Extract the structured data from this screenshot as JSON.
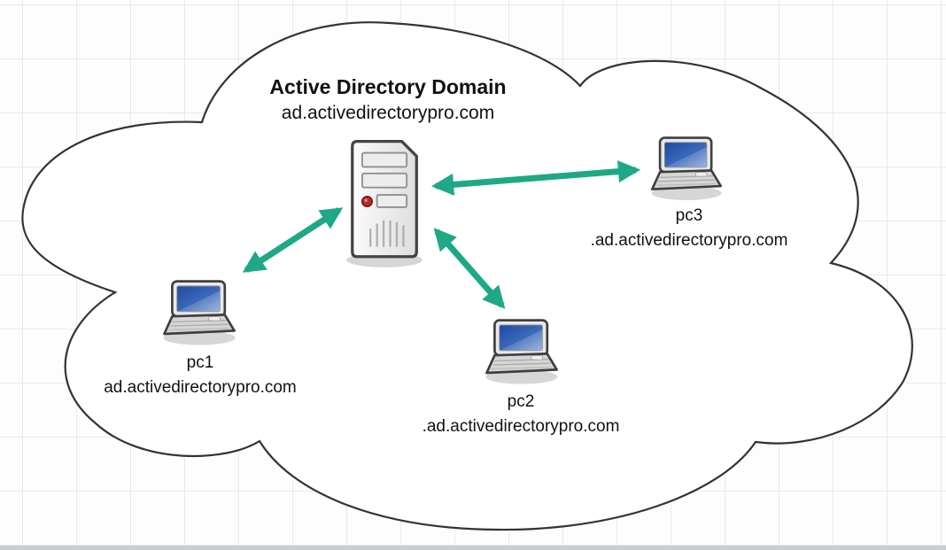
{
  "diagram": {
    "type": "network-topology",
    "cloud": {
      "title": "Active Directory Domain",
      "subtitle": "ad.activedirectorypro.com"
    },
    "nodes": [
      {
        "id": "dc-server",
        "kind": "server-tower"
      },
      {
        "id": "pc1",
        "kind": "laptop",
        "name": "pc1",
        "domain": "ad.activedirectorypro.com"
      },
      {
        "id": "pc2",
        "kind": "laptop",
        "name": "pc2",
        "domain": ".ad.activedirectorypro.com"
      },
      {
        "id": "pc3",
        "kind": "laptop",
        "name": "pc3",
        "domain": ".ad.activedirectorypro.com"
      }
    ],
    "connections": [
      {
        "from": "dc-server",
        "to": "pc1",
        "bidirectional": true
      },
      {
        "from": "dc-server",
        "to": "pc2",
        "bidirectional": true
      },
      {
        "from": "dc-server",
        "to": "pc3",
        "bidirectional": true
      }
    ],
    "colors": {
      "arrow": "#1ea886",
      "cloud_outline": "#333333",
      "cloud_fill": "#ffffff",
      "laptop_screen": "#2f5cb0",
      "led": "#c1272d",
      "text": "#111111",
      "bottom_bar": "#c9ced3"
    }
  }
}
